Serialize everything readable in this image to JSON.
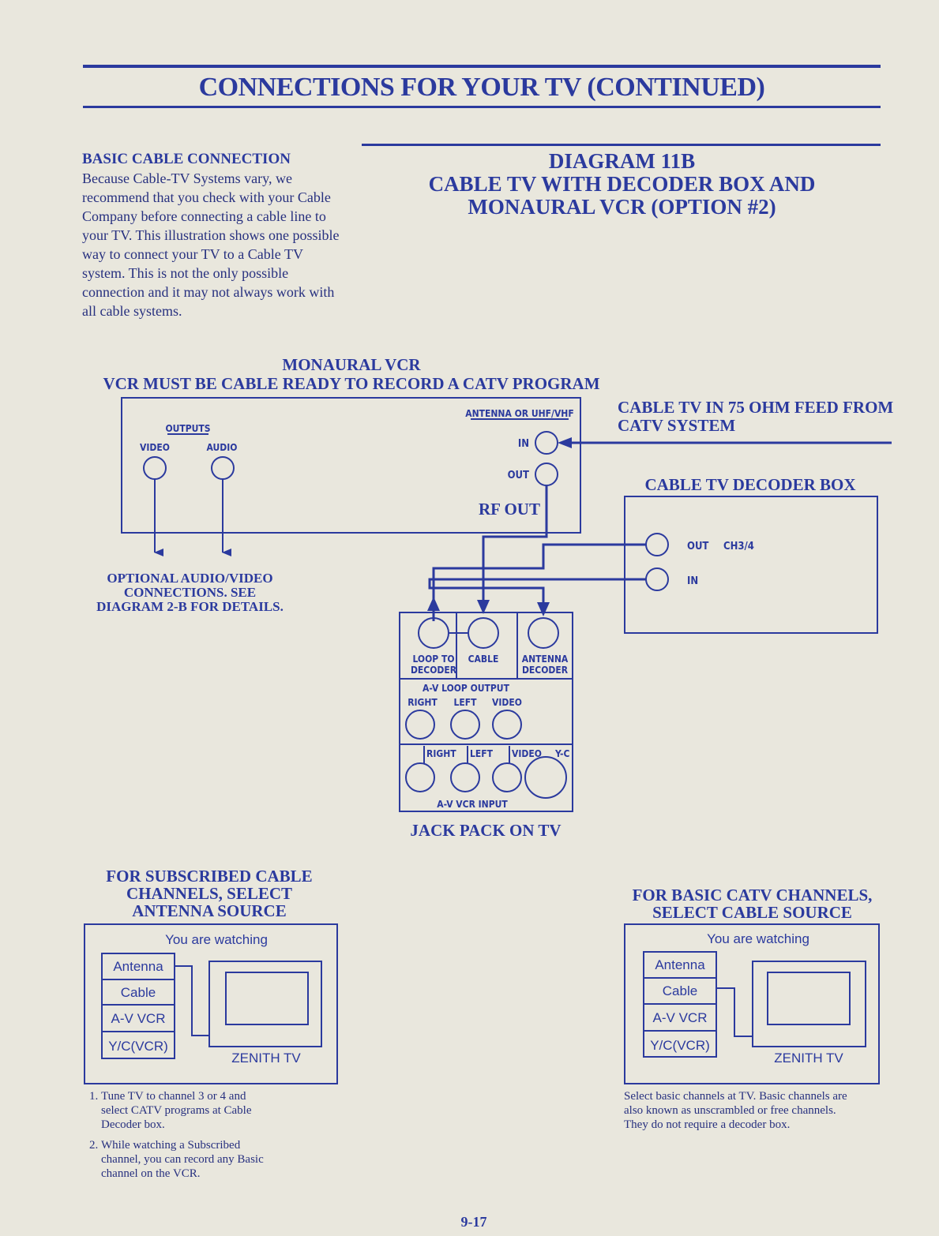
{
  "header": {
    "title": "CONNECTIONS FOR YOUR TV (CONTINUED)"
  },
  "intro": {
    "heading": "BASIC CABLE CONNECTION",
    "body": "Because Cable-TV Systems vary, we recommend that you check with your Cable Company before connecting a cable line to your TV. This illustration shows one possible way to connect your TV to a Cable TV system. This is not the only possible connection and it may not always work with all cable systems."
  },
  "diagram": {
    "line1": "DIAGRAM 11B",
    "line2": "CABLE TV WITH DECODER BOX AND",
    "line3": "MONAURAL VCR (OPTION #2)"
  },
  "vcr": {
    "title1": "MONAURAL VCR",
    "title2": "VCR MUST BE CABLE READY TO RECORD A CATV PROGRAM",
    "outputs_label": "OUTPUTS",
    "video_label": "VIDEO",
    "audio_label": "AUDIO",
    "antenna_label": "ANTENNA OR UHF/VHF",
    "in_label": "IN",
    "out_label": "OUT",
    "rf_out_label": "RF OUT"
  },
  "cable_feed": {
    "text": "CABLE TV IN 75 OHM FEED FROM CATV SYSTEM"
  },
  "decoder": {
    "label": "CABLE TV DECODER BOX",
    "out_label": "OUT",
    "ch_label": "CH3/4",
    "in_label": "IN"
  },
  "optional_note": "OPTIONAL AUDIO/VIDEO CONNECTIONS. SEE DIAGRAM 2-B FOR DETAILS.",
  "jack_pack": {
    "label": "JACK PACK ON TV",
    "loop_to": "LOOP TO",
    "decoder": "DECODER",
    "cable": "CABLE",
    "antenna": "ANTENNA",
    "decoder2": "DECODER",
    "av_loop_output": "A-V LOOP OUTPUT",
    "right": "RIGHT",
    "left": "LEFT",
    "video": "VIDEO",
    "yc": "Y-C",
    "av_vcr_input": "A-V VCR INPUT"
  },
  "left_panel": {
    "heading": "FOR SUBSCRIBED CABLE CHANNELS, SELECT ANTENNA SOURCE",
    "watching": "You are watching",
    "sources": [
      "Antenna",
      "Cable",
      "A-V VCR",
      "Y/C(VCR)"
    ],
    "tv_label": "ZENITH TV",
    "notes": [
      "Tune TV to channel 3 or 4 and select CATV programs at Cable Decoder box.",
      "While watching a Subscribed channel, you can record any Basic channel on the VCR."
    ]
  },
  "right_panel": {
    "heading": "FOR BASIC CATV CHANNELS, SELECT CABLE SOURCE",
    "watching": "You are watching",
    "sources": [
      "Antenna",
      "Cable",
      "A-V VCR",
      "Y/C(VCR)"
    ],
    "tv_label": "ZENITH TV",
    "note": "Select basic channels at TV. Basic channels are also known as unscrambled or free channels. They do not require a decoder box."
  },
  "page_number": "9-17"
}
